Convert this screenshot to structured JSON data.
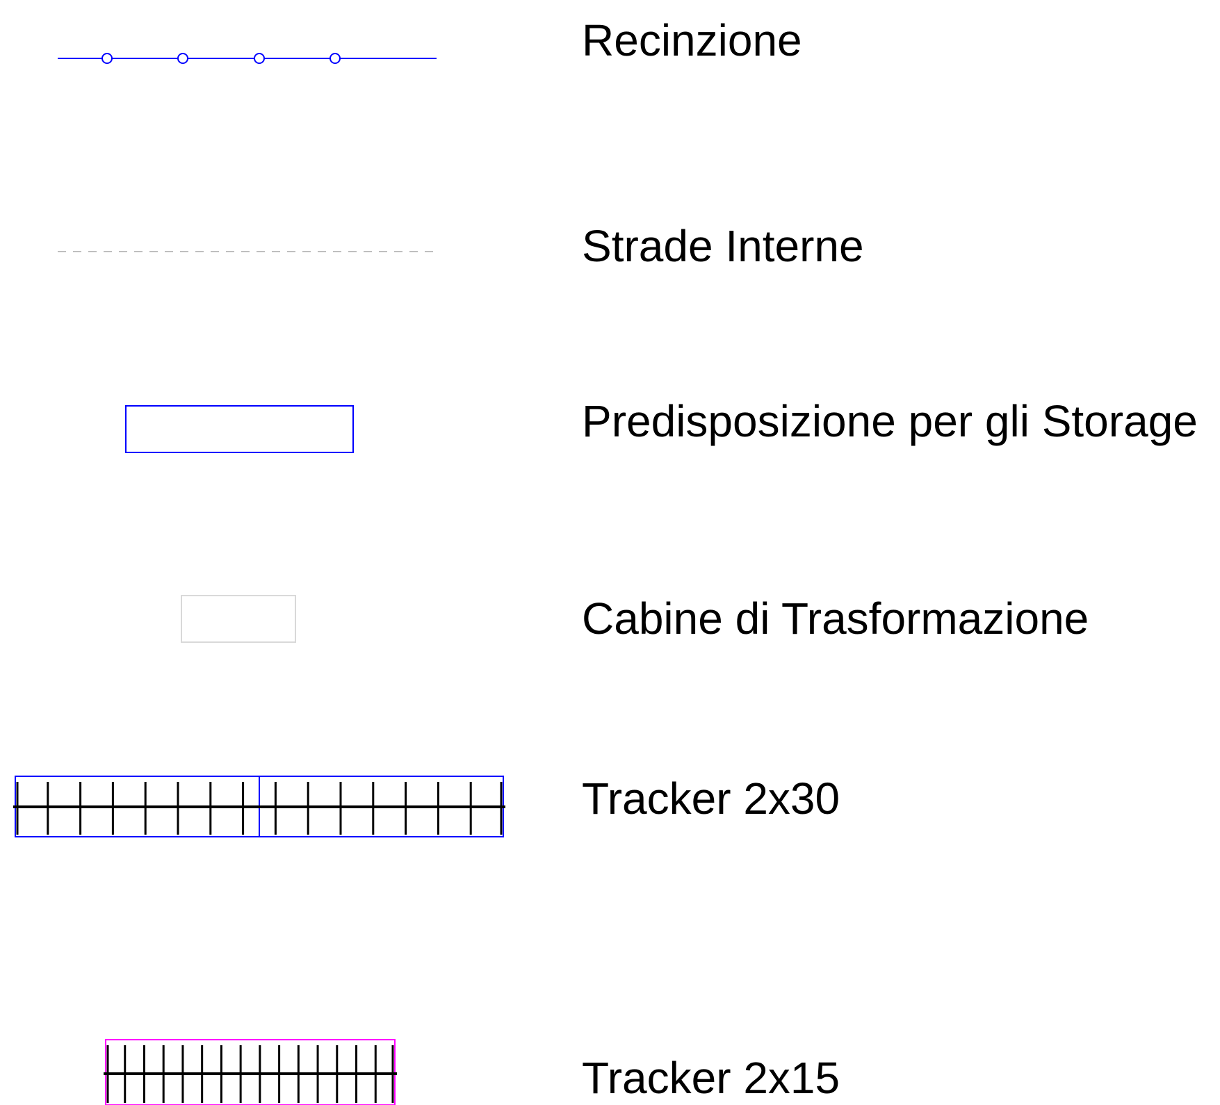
{
  "legend": {
    "items": [
      {
        "label": "Recinzione",
        "symbol": "fence-line",
        "color": "#0000FF"
      },
      {
        "label": "Strade Interne",
        "symbol": "dashed-road-line",
        "color": "#BFBFBF"
      },
      {
        "label": "Predisposizione per gli Storage",
        "symbol": "storage-rectangle",
        "color": "#0000FF"
      },
      {
        "label": "Cabine di Trasformazione",
        "symbol": "transformer-cabin-rectangle",
        "color": "#D9D9D9"
      },
      {
        "label": "Tracker 2x30",
        "symbol": "tracker-2x30",
        "color": "#0000FF",
        "modules_per_row": 30
      },
      {
        "label": "Tracker 2x15",
        "symbol": "tracker-2x15",
        "color": "#FF00FF",
        "modules_per_row": 15
      }
    ]
  }
}
